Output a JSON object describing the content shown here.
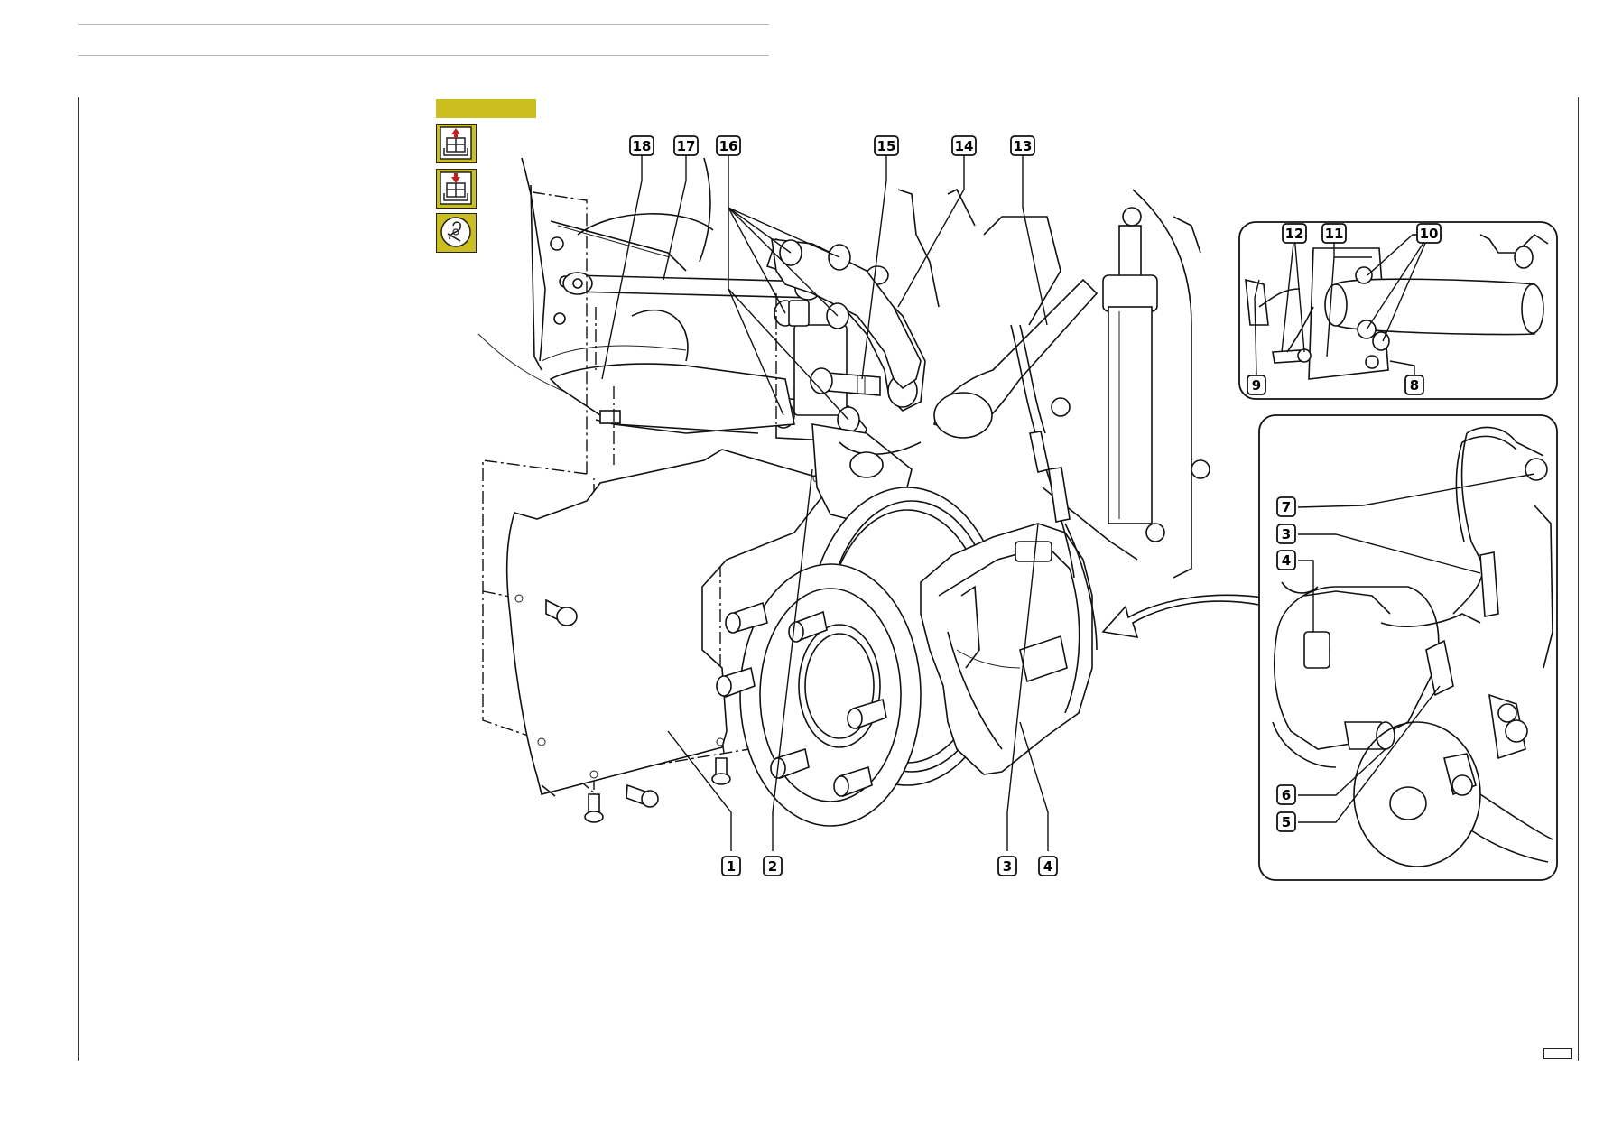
{
  "icons": {
    "toolbar": [
      "remove-icon",
      "refit-icon",
      "tighten-torque-icon"
    ],
    "accent_color": "#cbbf1f"
  },
  "callouts": {
    "main": [
      {
        "id": "c18",
        "label": "18"
      },
      {
        "id": "c17",
        "label": "17"
      },
      {
        "id": "c16",
        "label": "16"
      },
      {
        "id": "c15",
        "label": "15"
      },
      {
        "id": "c14",
        "label": "14"
      },
      {
        "id": "c13",
        "label": "13"
      },
      {
        "id": "c1",
        "label": "1"
      },
      {
        "id": "c2",
        "label": "2"
      },
      {
        "id": "c3",
        "label": "3"
      },
      {
        "id": "c4",
        "label": "4"
      }
    ],
    "inset_top": [
      {
        "id": "c12",
        "label": "12"
      },
      {
        "id": "c11",
        "label": "11"
      },
      {
        "id": "c10",
        "label": "10"
      },
      {
        "id": "c9",
        "label": "9"
      },
      {
        "id": "c8",
        "label": "8"
      }
    ],
    "inset_bottom": [
      {
        "id": "c7",
        "label": "7"
      },
      {
        "id": "c3b",
        "label": "3"
      },
      {
        "id": "c4b",
        "label": "4"
      },
      {
        "id": "c6",
        "label": "6"
      },
      {
        "id": "c5",
        "label": "5"
      }
    ]
  }
}
